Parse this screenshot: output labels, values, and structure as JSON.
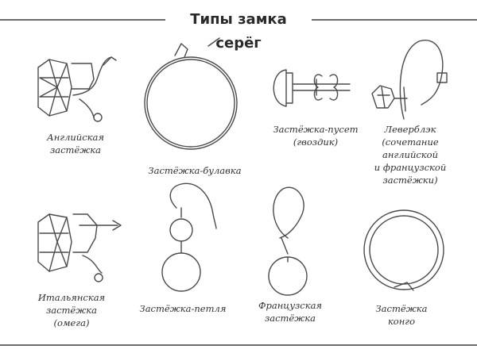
{
  "title": "Типы замка серёг",
  "items": [
    {
      "lines": [
        "Английская",
        "застёжка"
      ]
    },
    {
      "lines": [
        "Застёжка-булавка"
      ]
    },
    {
      "lines": [
        "Застёжка-пусет",
        "(гвоздик)"
      ]
    },
    {
      "lines": [
        "Леверблэк",
        "(сочетание",
        "английской",
        "и французской",
        "застёжки)"
      ]
    },
    {
      "lines": [
        "Итальянская",
        "застёжка",
        "(омега)"
      ]
    },
    {
      "lines": [
        "Застёжка-петля"
      ]
    },
    {
      "lines": [
        "Французская",
        "застёжка"
      ]
    },
    {
      "lines": [
        "Застёжка",
        "конго"
      ]
    }
  ]
}
